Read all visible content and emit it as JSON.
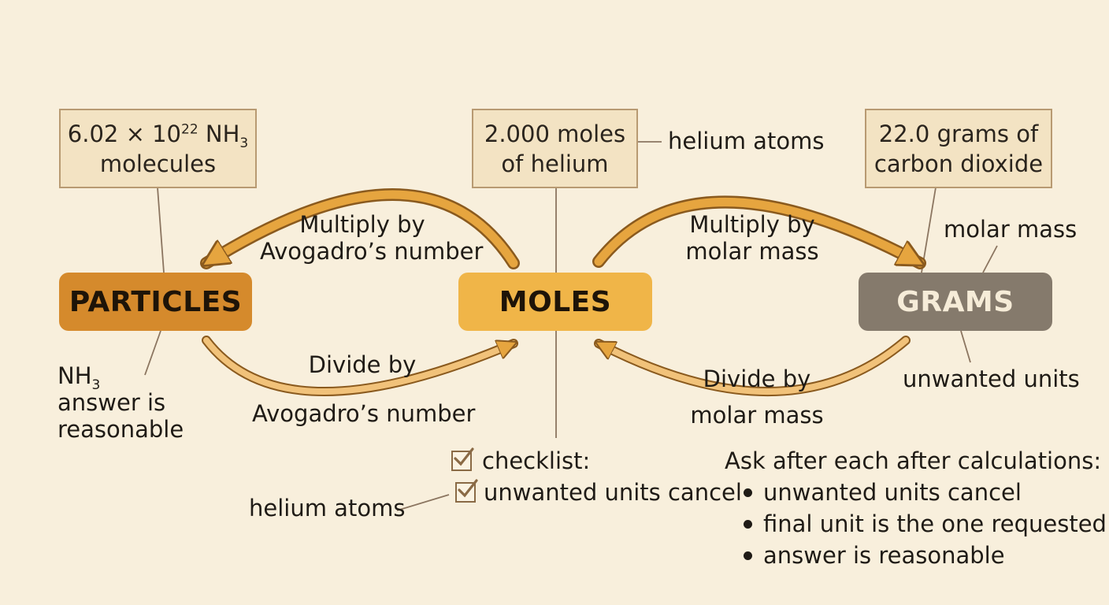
{
  "nodes": {
    "particles": {
      "label": "PARTICLES",
      "color": "#d58a2c",
      "text_color": "#1e1408"
    },
    "moles": {
      "label": "MOLES",
      "color": "#f0b548",
      "text_color": "#1e1408"
    },
    "grams": {
      "label": "GRAMS",
      "color": "#857a6c",
      "text_color": "#f6ecd8"
    }
  },
  "boxes": {
    "particles": {
      "pre": "6.02 × 10",
      "sup": "22",
      "mid": " NH",
      "sub": "3",
      "line2": "molecules"
    },
    "moles": {
      "line1": "2.000 moles",
      "line2": "of helium"
    },
    "grams": {
      "line1": "22.0 grams of",
      "line2": "carbon dioxide"
    }
  },
  "arrows": {
    "moles_to_particles": {
      "line1": "Multiply by",
      "line2": "Avogadro’s number"
    },
    "particles_to_moles": {
      "line1": "Divide by",
      "line2": "Avogadro’s number"
    },
    "moles_to_grams": {
      "line1": "Multiply by",
      "line2": "molar mass"
    },
    "grams_to_moles": {
      "line1": "Divide by",
      "line2": "molar mass"
    }
  },
  "annotations": {
    "helium_atoms_top": "helium atoms",
    "molar_mass": "molar mass",
    "unwanted_units_right": "unwanted units",
    "nh3_prefix": "NH",
    "nh3_sub": "3",
    "answer_is": "answer is",
    "reasonable": "reasonable",
    "helium_atoms_bottom": "helium atoms"
  },
  "checklist": {
    "title": "checklist:",
    "item": "unwanted units cancel"
  },
  "questions": {
    "heading": "Ask after each after calculations:",
    "items": [
      "unwanted units cancel",
      "final unit is the one requested",
      "answer is reasonable"
    ]
  },
  "colors": {
    "arrow": "#e6a53f",
    "arrow_edge": "#8a5a1e",
    "connector": "#8b7560",
    "background": "#f8efdc"
  }
}
